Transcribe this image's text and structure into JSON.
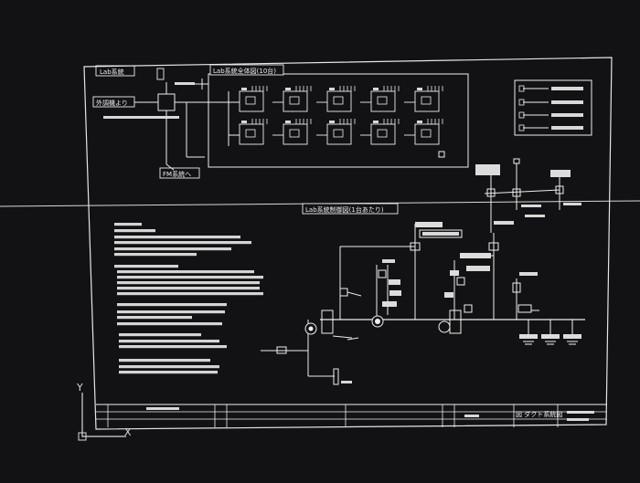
{
  "screen": {
    "background": "#121214",
    "line_color": "#e8e8e8",
    "text_block_color": "#d4d4d4"
  },
  "labels": {
    "lab_system": "Lab系統",
    "outside_source": "外調機より",
    "system_overview": "Lab系統全体図(10台)",
    "to_fm_system": "FM系統へ",
    "control_diagram": "Lab系統制御図(1台あたり)",
    "title_block_name": "図 ダクト系統図"
  },
  "ucs_icon": {
    "x_axis": "X",
    "y_axis": "Y"
  }
}
